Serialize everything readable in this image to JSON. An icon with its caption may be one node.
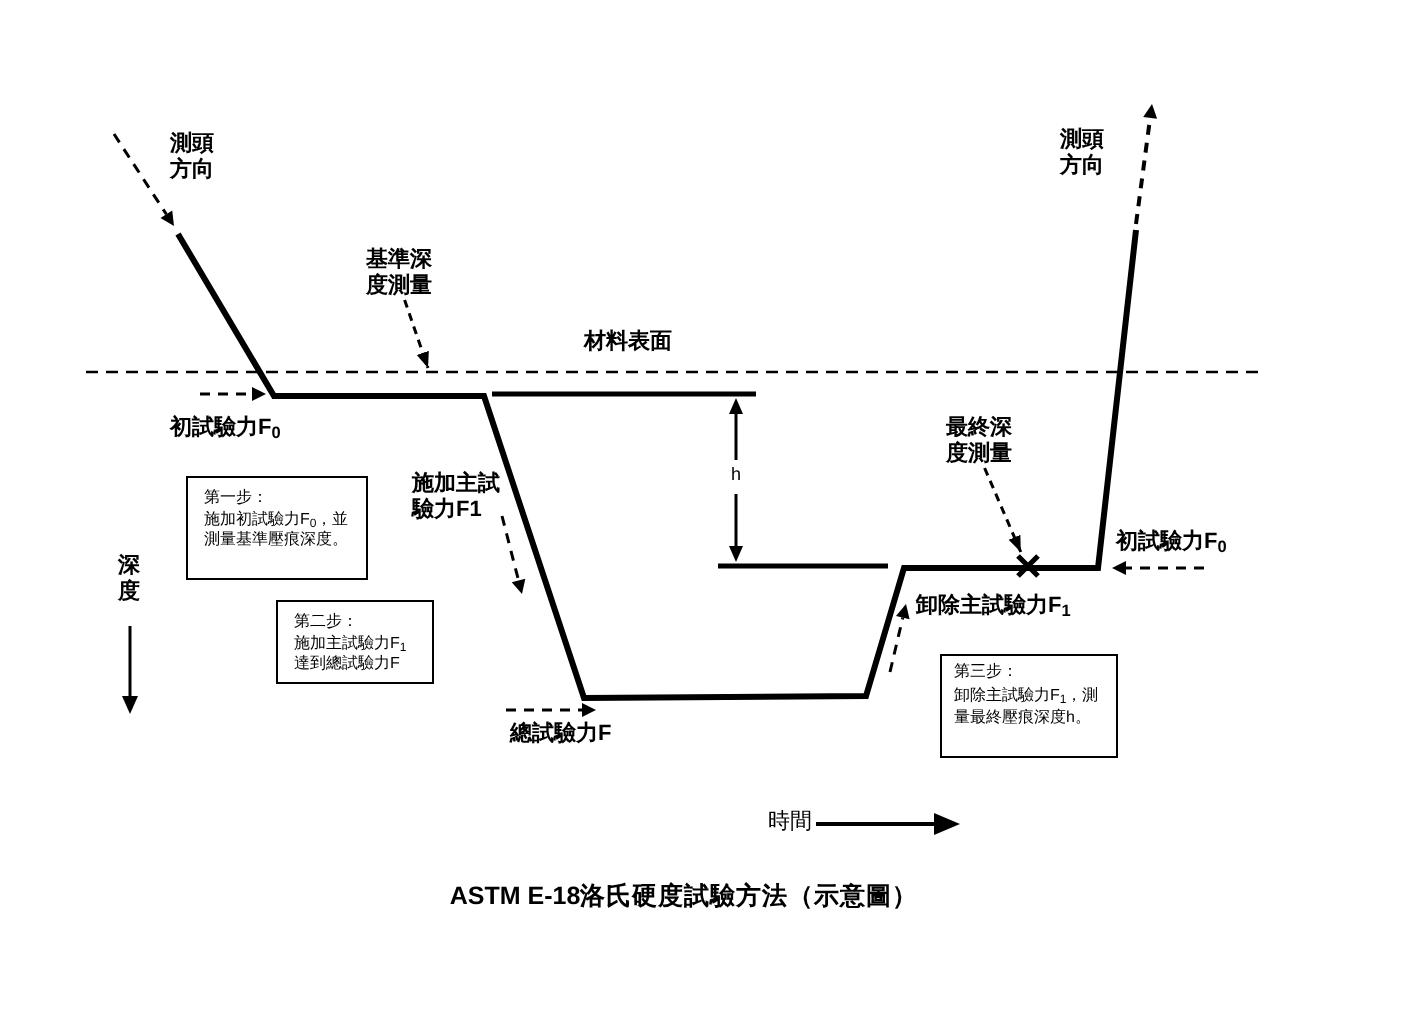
{
  "diagram": {
    "caption": "ASTM E-18洛氏硬度試驗方法（示意圖）",
    "nodes": [
      {
        "text": [
          "基準深度測量"
        ]
      },
      {
        "text": [
          "最終深度測量"
        ]
      },
      {
        "text": [],
        "shape": "cross"
      },
      {
        "text": [
          "第一步：",
          "施加初試驗力F$_{0}$，並測量基準壓痕深度。"
        ]
      },
      {
        "text": [
          "第二步：",
          "施加主試驗力F$_{1}$達到總試驗力F"
        ]
      },
      {
        "text": [
          "第三步：",
          "卸除主試驗力F$_{1}$，測量最終壓痕深度h。"
        ]
      }
    ],
    "edges": [
      {
        "from": 0,
        "to": null,
        "arrow": "to",
        "style": "dashed"
      },
      {
        "from": 1,
        "to": 2,
        "arrow": "to",
        "style": "dashed"
      }
    ],
    "labels": [
      "測頭方向",
      "測頭方向",
      "材料表面",
      "初試驗力F$_{0}$",
      "h",
      "施加主試驗力F1",
      "初試驗力F$_{0}$",
      "深度",
      "卸除主試驗力F$_{1}$",
      "總試驗力F",
      "時間"
    ]
  }
}
